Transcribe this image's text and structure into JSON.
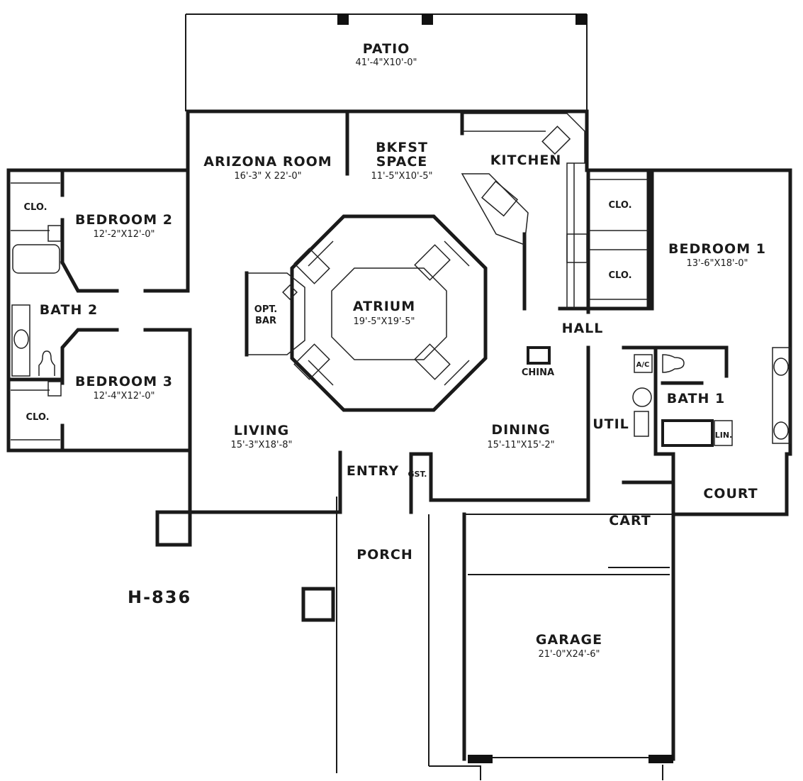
{
  "plan_id": "H-836",
  "rooms": {
    "patio": {
      "name": "PATIO",
      "size": "41'-4\"X10'-0\""
    },
    "arizona_room": {
      "name": "ARIZONA ROOM",
      "size": "16'-3\" X 22'-0\""
    },
    "bkfst": {
      "name1": "BKFST",
      "name2": "SPACE",
      "size": "11'-5\"X10'-5\""
    },
    "kitchen": {
      "name": "KITCHEN"
    },
    "bedroom2": {
      "name": "BEDROOM 2",
      "size": "12'-2\"X12'-0\""
    },
    "bedroom3": {
      "name": "BEDROOM 3",
      "size": "12'-4\"X12'-0\""
    },
    "bath2": {
      "name": "BATH 2"
    },
    "clo_b2": {
      "name": "CLO."
    },
    "clo_b3": {
      "name": "CLO."
    },
    "opt_bar": {
      "name1": "OPT.",
      "name2": "BAR"
    },
    "atrium": {
      "name": "ATRIUM",
      "size": "19'-5\"X19'-5\""
    },
    "bedroom1": {
      "name": "BEDROOM 1",
      "size": "13'-6\"X18'-0\""
    },
    "clo1": {
      "name": "CLO."
    },
    "clo2": {
      "name": "CLO."
    },
    "hall": {
      "name": "HALL"
    },
    "china": {
      "name": "CHINA"
    },
    "ac": {
      "name": "A/C"
    },
    "bath1": {
      "name": "BATH 1"
    },
    "util": {
      "name": "UTIL"
    },
    "lin": {
      "name": "LIN."
    },
    "living": {
      "name": "LIVING",
      "size": "15'-3\"X18'-8\""
    },
    "dining": {
      "name": "DINING",
      "size": "15'-11\"X15'-2\""
    },
    "entry": {
      "name": "ENTRY"
    },
    "gst": {
      "name": "GST."
    },
    "court": {
      "name": "COURT"
    },
    "cart": {
      "name": "CART"
    },
    "porch": {
      "name": "PORCH"
    },
    "garage": {
      "name": "GARAGE",
      "size": "21'-0\"X24'-6\""
    }
  }
}
